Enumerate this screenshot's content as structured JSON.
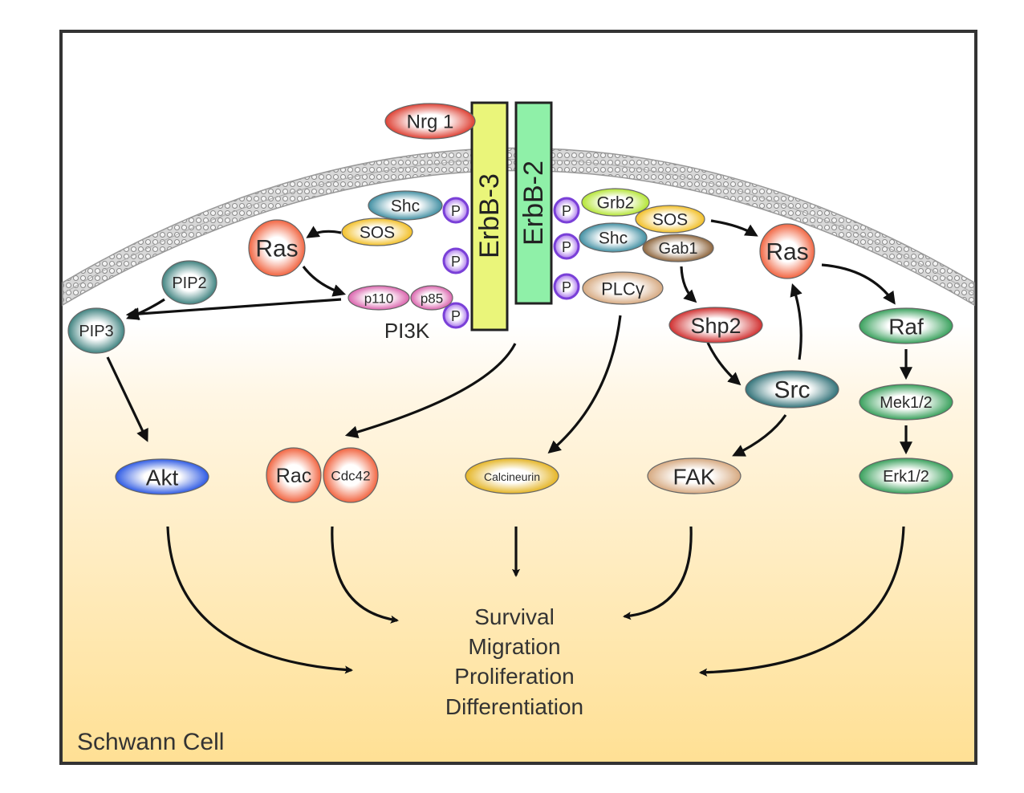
{
  "title": "Nrg1 / ErbB signaling in Schwann cells",
  "cell_label": "Schwann Cell",
  "ligand": {
    "label": "Nrg 1",
    "color": "#d81f10"
  },
  "receptors": [
    {
      "id": "erbb3",
      "label": "ErbB-3",
      "color": "#eaf57a"
    },
    {
      "id": "erbb2",
      "label": "ErbB-2",
      "color": "#8ff0a8"
    }
  ],
  "phospho_label": "P",
  "pi3k_label": "PI3K",
  "nodes": [
    {
      "id": "shc-left",
      "label": "Shc",
      "color": "#1f7b92"
    },
    {
      "id": "sos-left",
      "label": "SOS",
      "color": "#f0b400"
    },
    {
      "id": "ras-left",
      "label": "Ras",
      "color": "#ef4a20"
    },
    {
      "id": "pip2",
      "label": "PIP2",
      "color": "#1e6d6a"
    },
    {
      "id": "pip3",
      "label": "PIP3",
      "color": "#1e6d6a"
    },
    {
      "id": "p110",
      "label": "p110",
      "color": "#d4479e"
    },
    {
      "id": "p85",
      "label": "p85",
      "color": "#d4479e"
    },
    {
      "id": "grb2",
      "label": "Grb2",
      "color": "#a6e010"
    },
    {
      "id": "sos-right",
      "label": "SOS",
      "color": "#f0b400"
    },
    {
      "id": "shc-right",
      "label": "Shc",
      "color": "#1f7b92"
    },
    {
      "id": "gab1",
      "label": "Gab1",
      "color": "#7a4a1a"
    },
    {
      "id": "plcg",
      "label": "PLCγ",
      "color": "#cf9a6a"
    },
    {
      "id": "ras-right",
      "label": "Ras",
      "color": "#ef4a20"
    },
    {
      "id": "shp2",
      "label": "Shp2",
      "color": "#c80c0c"
    },
    {
      "id": "src",
      "label": "Src",
      "color": "#0e5a62"
    },
    {
      "id": "raf",
      "label": "Raf",
      "color": "#169040"
    },
    {
      "id": "mek",
      "label": "Mek1/2",
      "color": "#169040"
    },
    {
      "id": "erk",
      "label": "Erk1/2",
      "color": "#169040"
    },
    {
      "id": "akt",
      "label": "Akt",
      "color": "#0a3ee0"
    },
    {
      "id": "rac",
      "label": "Rac",
      "color": "#ef4a20"
    },
    {
      "id": "cdc42",
      "label": "Cdc42",
      "color": "#ef4a20"
    },
    {
      "id": "calcineurin",
      "label": "Calcineurin",
      "color": "#e0a800"
    },
    {
      "id": "fak",
      "label": "FAK",
      "color": "#cf9a6a"
    }
  ],
  "outcomes": [
    "Survival",
    "Migration",
    "Proliferation",
    "Differentiation"
  ]
}
